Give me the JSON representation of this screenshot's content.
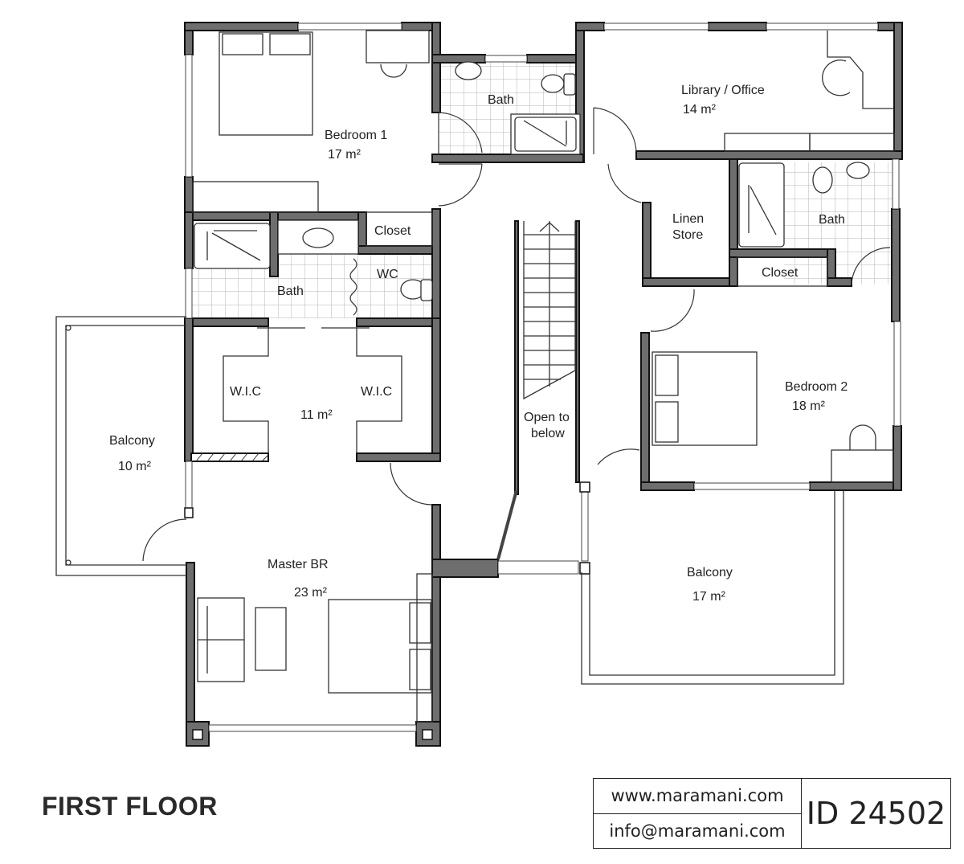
{
  "plan": {
    "title": "FIRST FLOOR",
    "unit_suffix": "m²"
  },
  "rooms": {
    "bedroom1": {
      "name": "Bedroom 1",
      "area": "17 m²"
    },
    "bath_top": {
      "name": "Bath"
    },
    "library": {
      "name": "Library / Office",
      "area": "14 m²"
    },
    "closet_left": {
      "name": "Closet"
    },
    "bath_master": {
      "name": "Bath"
    },
    "wc": {
      "name": "WC"
    },
    "linen": {
      "name_line1": "Linen",
      "name_line2": "Store"
    },
    "bath_right": {
      "name": "Bath"
    },
    "closet_right": {
      "name": "Closet"
    },
    "wic_left": {
      "name": "W.I.C"
    },
    "wic_right": {
      "name": "W.I.C"
    },
    "wic_area": {
      "area": "11 m²"
    },
    "balcony_left": {
      "name": "Balcony",
      "area": "10 m²"
    },
    "open_to_below": {
      "line1": "Open to",
      "line2": "below"
    },
    "bedroom2": {
      "name": "Bedroom 2",
      "area": "18 m²"
    },
    "master": {
      "name": "Master BR",
      "area": "23 m²"
    },
    "balcony_right": {
      "name": "Balcony",
      "area": "17 m²"
    }
  },
  "stamp": {
    "website": "www.maramani.com",
    "email": "info@maramani.com",
    "id": "ID 24502"
  },
  "colors": {
    "wall_fill": "#6e6e6e",
    "wall_outline": "#111111",
    "tile_grid": "#b5b5b5",
    "text": "#222222"
  }
}
